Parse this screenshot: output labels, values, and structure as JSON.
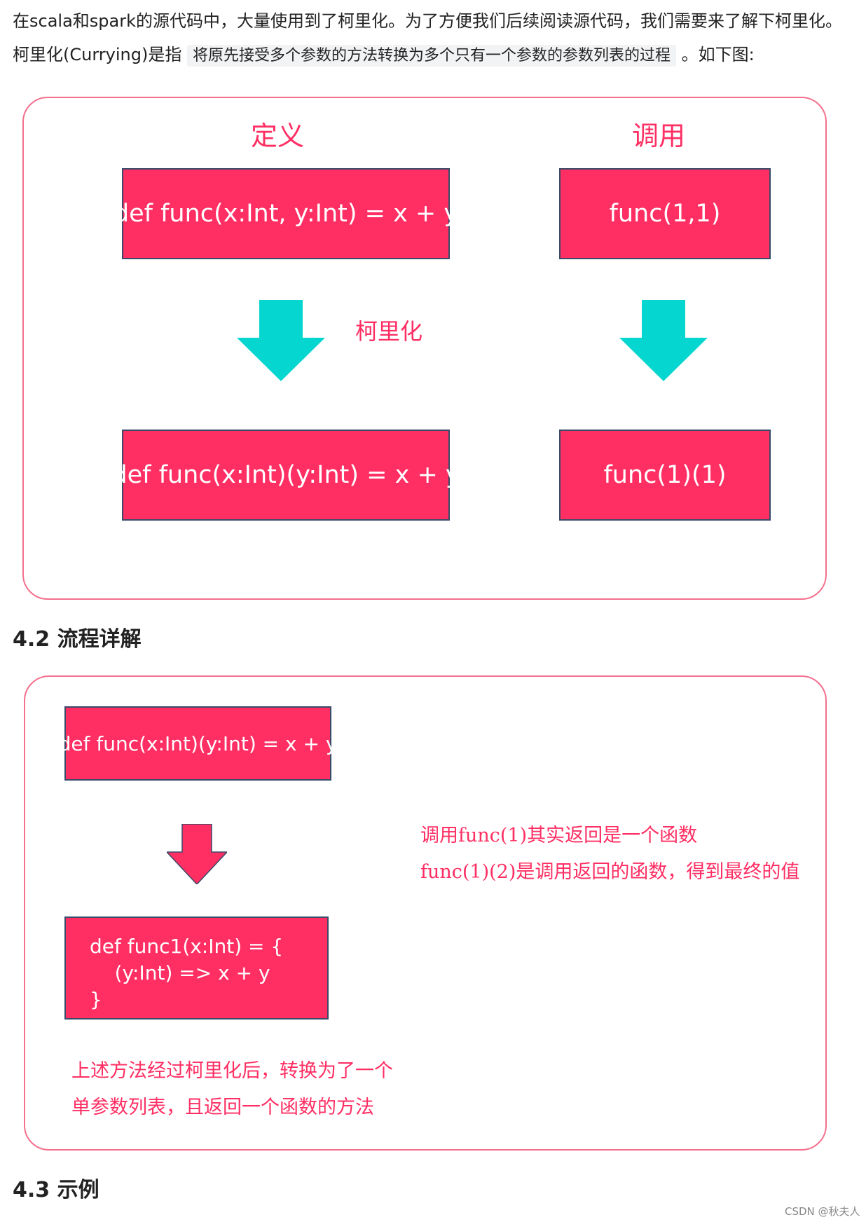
{
  "intro": {
    "line1": "在scala和spark的源代码中，大量使用到了柯里化。为了方便我们后续阅读源代码，我们需要来了解下柯里化。",
    "line2_prefix": "柯里化(Currying)是指",
    "line2_highlight": "将原先接受多个参数的方法转换为多个只有一个参数的参数列表的过程",
    "line2_suffix": "。如下图:"
  },
  "figure1": {
    "define_title": "定义",
    "call_title": "调用",
    "def_before": "def func(x:Int, y:Int) = x + y",
    "call_before": "func(1,1)",
    "arrow_label": "柯里化",
    "def_after": "def func(x:Int)(y:Int) = x + y",
    "call_after": "func(1)(1)",
    "colors": {
      "box": "#ff2e63",
      "arrow": "#06d6d0",
      "border": "#f4708e"
    }
  },
  "section_42": {
    "heading": "4.2 流程详解"
  },
  "figure2": {
    "box_top": "def func(x:Int)(y:Int) = x + y",
    "code_lines": [
      "def func1(x:Int) = {",
      "    (y:Int) => x + y",
      "}"
    ],
    "note_right": [
      "调用func(1)其实返回是一个函数",
      "func(1)(2)是调用返回的函数，得到最终的值"
    ],
    "note_bottom": [
      "上述方法经过柯里化后，转换为了一个",
      "单参数列表，且返回一个函数的方法"
    ],
    "colors": {
      "box": "#ff2e63",
      "arrow": "#ff2e63"
    }
  },
  "section_43": {
    "heading": "4.3 示例"
  },
  "footer": {
    "credit": "CSDN @秋夫人"
  }
}
